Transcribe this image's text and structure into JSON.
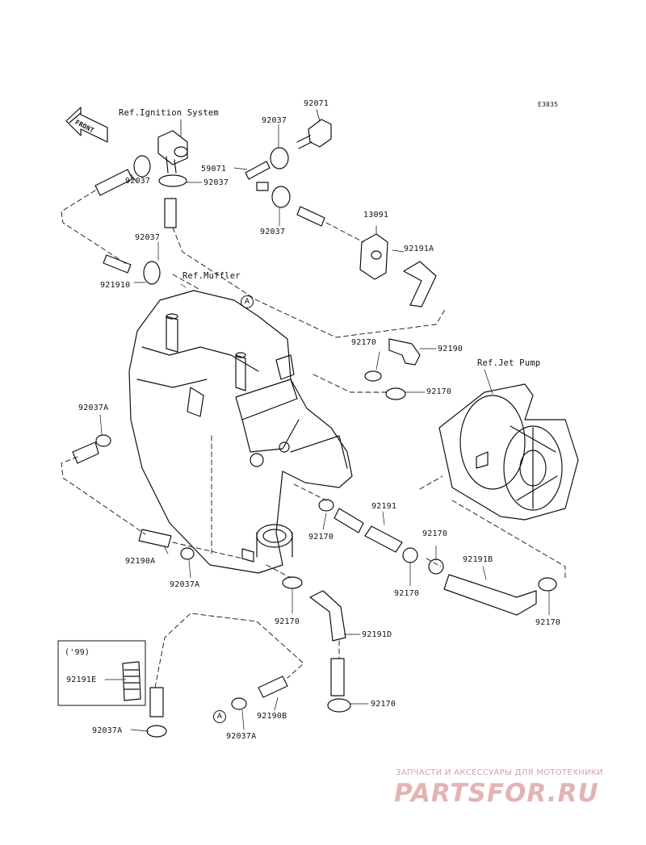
{
  "diagram_code": "E3035",
  "front_label": "FRONT",
  "refs": {
    "ignition": "Ref.Ignition System",
    "muffler": "Ref.Muffler",
    "jet_pump": "Ref.Jet Pump"
  },
  "callout_letter": "A",
  "inset_year": "('99)",
  "parts": {
    "p92071": "92071",
    "p92037_a": "92037",
    "p59071": "59071",
    "p92037_b": "92037",
    "p92037_c": "92037",
    "p92037_d": "92037",
    "p13091": "13091",
    "p92037_e": "92037",
    "p92191A": "92191A",
    "p921910": "921910",
    "p92170_a": "92170",
    "p92190": "92190",
    "p92170_b": "92170",
    "p92037A_a": "92037A",
    "p92191": "92191",
    "p92170_c": "92170",
    "p92170_d": "92170",
    "p92191B": "92191B",
    "p92170_e": "92170",
    "p92170_f": "92170",
    "p92190A": "92190A",
    "p92037A_b": "92037A",
    "p92170_g": "92170",
    "p92191D": "92191D",
    "p92191E": "92191E",
    "p92170_h": "92170",
    "p92190B": "92190B",
    "p92037A_c": "92037A",
    "p92037A_d": "92037A"
  },
  "watermark": {
    "line1": "ЗАПЧАСТИ И АКСЕССУАРЫ ДЛЯ МОТОТЕХНИКИ",
    "line2": "PARTSFOR.RU"
  },
  "colors": {
    "ink": "#111111",
    "watermark": "#e4b3b3"
  }
}
